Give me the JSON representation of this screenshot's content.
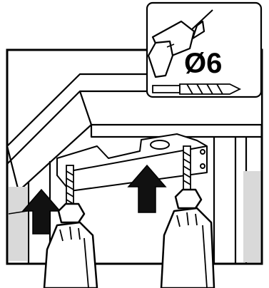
{
  "inset": {
    "drill_size_label": "Ø6",
    "icons": [
      "drill-icon",
      "drill-bit-icon"
    ]
  },
  "main": {
    "arrows": [
      "up-arrow-icon",
      "up-arrow-icon"
    ],
    "hands": [
      "hand-with-drill-left",
      "hand-with-drill-right"
    ]
  },
  "colors": {
    "outline": "#000000",
    "arrow_fill": "#111111",
    "shade": "#d6d6d6",
    "background": "#ffffff"
  }
}
